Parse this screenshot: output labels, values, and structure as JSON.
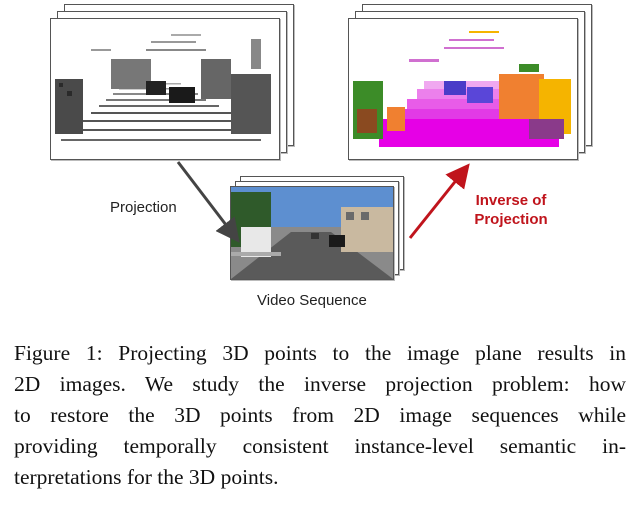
{
  "figure": {
    "projection_label": "Projection",
    "inverse_label_line1": "Inverse of",
    "inverse_label_line2": "Projection",
    "video_label": "Video Sequence",
    "colors": {
      "inverse_arrow": "#c0141c",
      "projection_arrow": "#444444",
      "semantic_magenta": "#e600e6",
      "semantic_orange": "#f08030",
      "semantic_yellow": "#f5b400",
      "semantic_green": "#3c8c28",
      "semantic_blue": "#4a3cc8"
    }
  },
  "caption": {
    "line1": "Figure 1: Projecting 3D points to the image plane results in",
    "line2": "2D images. We study the inverse projection problem: how",
    "line3": "to restore the 3D points from 2D image sequences while",
    "line4": "providing temporally consistent instance-level semantic in-",
    "line5": "terpretations for the 3D points."
  }
}
